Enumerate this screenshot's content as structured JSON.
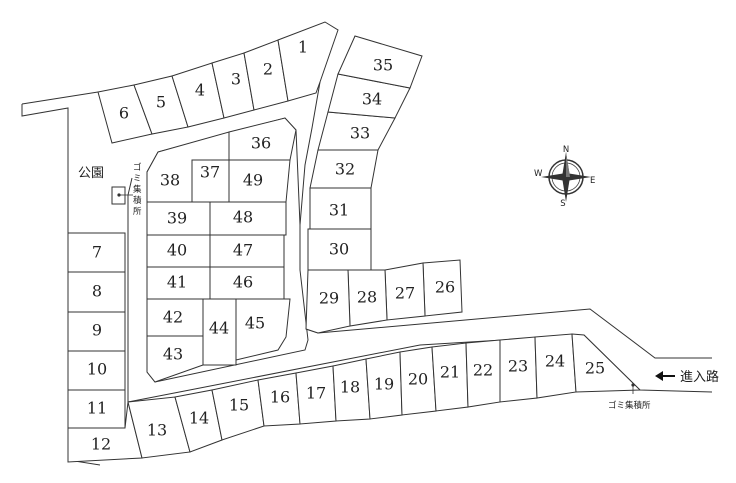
{
  "map": {
    "park_label": "公園",
    "garbage_label_vertical": [
      "ゴ",
      "ミ",
      "集",
      "積",
      "所"
    ],
    "garbage_label_horizontal": "ゴミ集積所",
    "entrance_label": "進入路",
    "compass": {
      "north": "N",
      "south": "S",
      "east": "E",
      "west": "W"
    },
    "lots": [
      "1",
      "2",
      "3",
      "4",
      "5",
      "6",
      "7",
      "8",
      "9",
      "10",
      "11",
      "12",
      "13",
      "14",
      "15",
      "16",
      "17",
      "18",
      "19",
      "20",
      "21",
      "22",
      "23",
      "24",
      "25",
      "26",
      "27",
      "28",
      "29",
      "30",
      "31",
      "32",
      "33",
      "34",
      "35",
      "36",
      "37",
      "38",
      "39",
      "40",
      "41",
      "42",
      "43",
      "44",
      "45",
      "46",
      "47",
      "48",
      "49"
    ]
  }
}
